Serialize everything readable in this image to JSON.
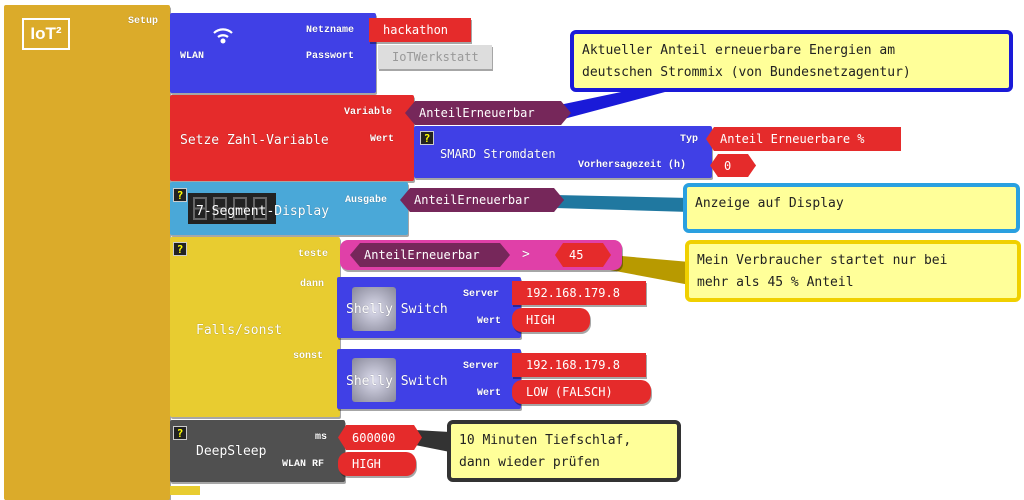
{
  "setup": {
    "logo": "IoT²",
    "label": "Setup"
  },
  "wlan": {
    "title": "WLAN",
    "icon": "wifi-icon",
    "netzname_label": "Netzname",
    "netzname": "hackathon",
    "passwort_label": "Passwort",
    "passwort": "IoTWerkstatt"
  },
  "setze": {
    "title": "Setze Zahl-Variable",
    "variable_label": "Variable",
    "variable": "AnteilErneuerbar",
    "wert_label": "Wert"
  },
  "smard": {
    "help": "?",
    "title": "SMARD Stromdaten",
    "typ_label": "Typ",
    "typ": "Anteil Erneuerbare %",
    "vorhersage_label": "Vorhersagezeit (h)",
    "vorhersage": "0"
  },
  "segment": {
    "help": "?",
    "title": "7-Segment-Display",
    "ausgabe_label": "Ausgabe",
    "ausgabe": "AnteilErneuerbar"
  },
  "falls": {
    "help": "?",
    "title": "Falls/sonst",
    "teste_label": "teste",
    "condition_var": "AnteilErneuerbar",
    "operator": ">",
    "condition_value": "45",
    "dann_label": "dann",
    "sonst_label": "sonst"
  },
  "shelly_dann": {
    "title": "Shelly Switch",
    "server_label": "Server",
    "server": "192.168.179.8",
    "wert_label": "Wert",
    "wert": "HIGH"
  },
  "shelly_sonst": {
    "title": "Shelly Switch",
    "server_label": "Server",
    "server": "192.168.179.8",
    "wert_label": "Wert",
    "wert": "LOW (FALSCH)"
  },
  "deepsleep": {
    "help": "?",
    "title": "DeepSleep",
    "ms_label": "ms",
    "ms": "600000",
    "wlanrf_label": "WLAN RF",
    "wlanrf": "HIGH"
  },
  "comments": [
    {
      "text1": "Aktueller Anteil erneuerbare Energien am",
      "text2": "deutschen Strommix (von Bundesnetzagentur)",
      "color": "#1a1ad8"
    },
    {
      "text1": "Anzeige auf Display",
      "color": "#2aa0e0"
    },
    {
      "text1": "Mein Verbraucher startet nur bei",
      "text2": "mehr als 45 % Anteil",
      "color": "#f0d000"
    },
    {
      "text1": "10 Minuten Tiefschlaf,",
      "text2": "dann wieder prüfen",
      "color": "#333333"
    }
  ]
}
